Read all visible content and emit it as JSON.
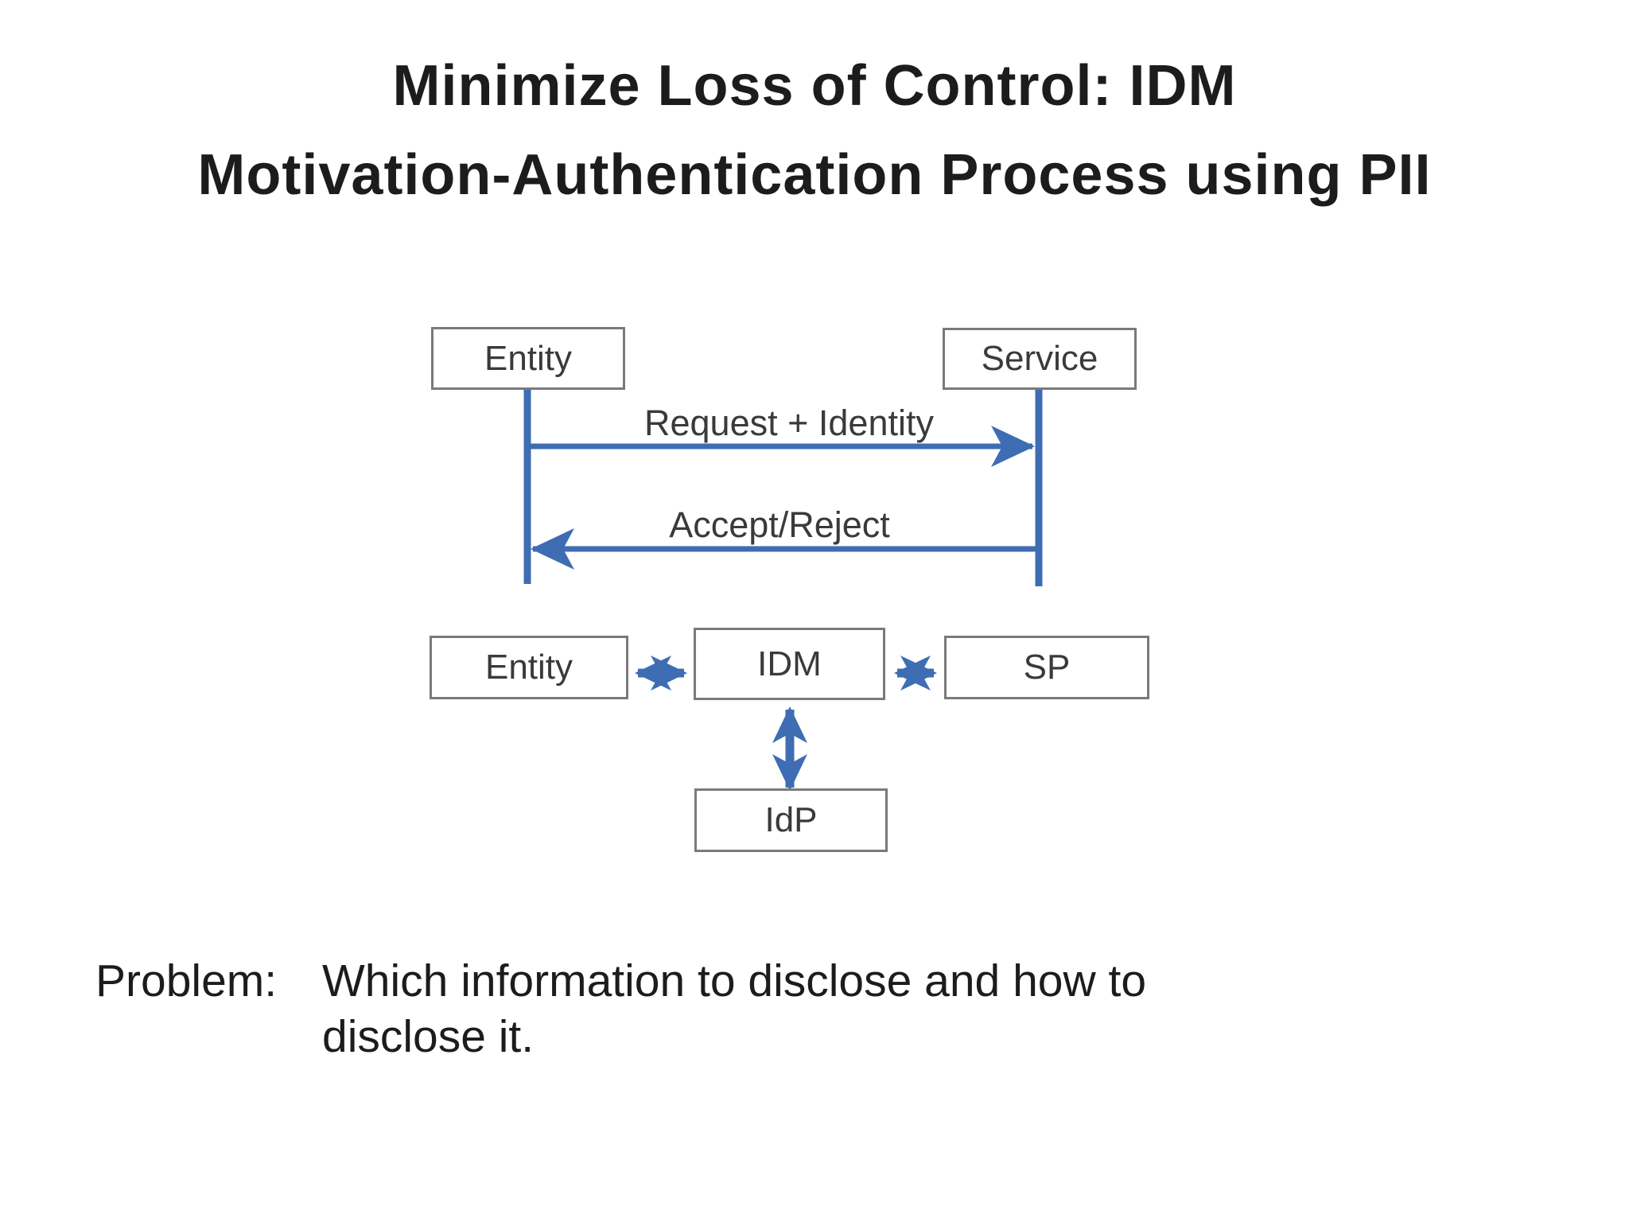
{
  "slide": {
    "title": {
      "line1": "Minimize Loss of Control: IDM",
      "line2": "Motivation-Authentication Process using PII"
    },
    "problem": {
      "label": "Problem:",
      "line1": "Which information to disclose and how to",
      "line2": "disclose it."
    }
  },
  "diagram": {
    "sequence": {
      "actor_left": "Entity",
      "actor_right": "Service",
      "msg_request": "Request + Identity",
      "msg_response": "Accept/Reject"
    },
    "blocks": {
      "entity": "Entity",
      "idm": "IDM",
      "sp": "SP",
      "idp": "IdP"
    }
  },
  "colors": {
    "arrow_blue": "#3e6db3",
    "box_border": "#7a7a7a",
    "box_text": "#3a3a3a",
    "text_ink": "#1c1c1c"
  }
}
